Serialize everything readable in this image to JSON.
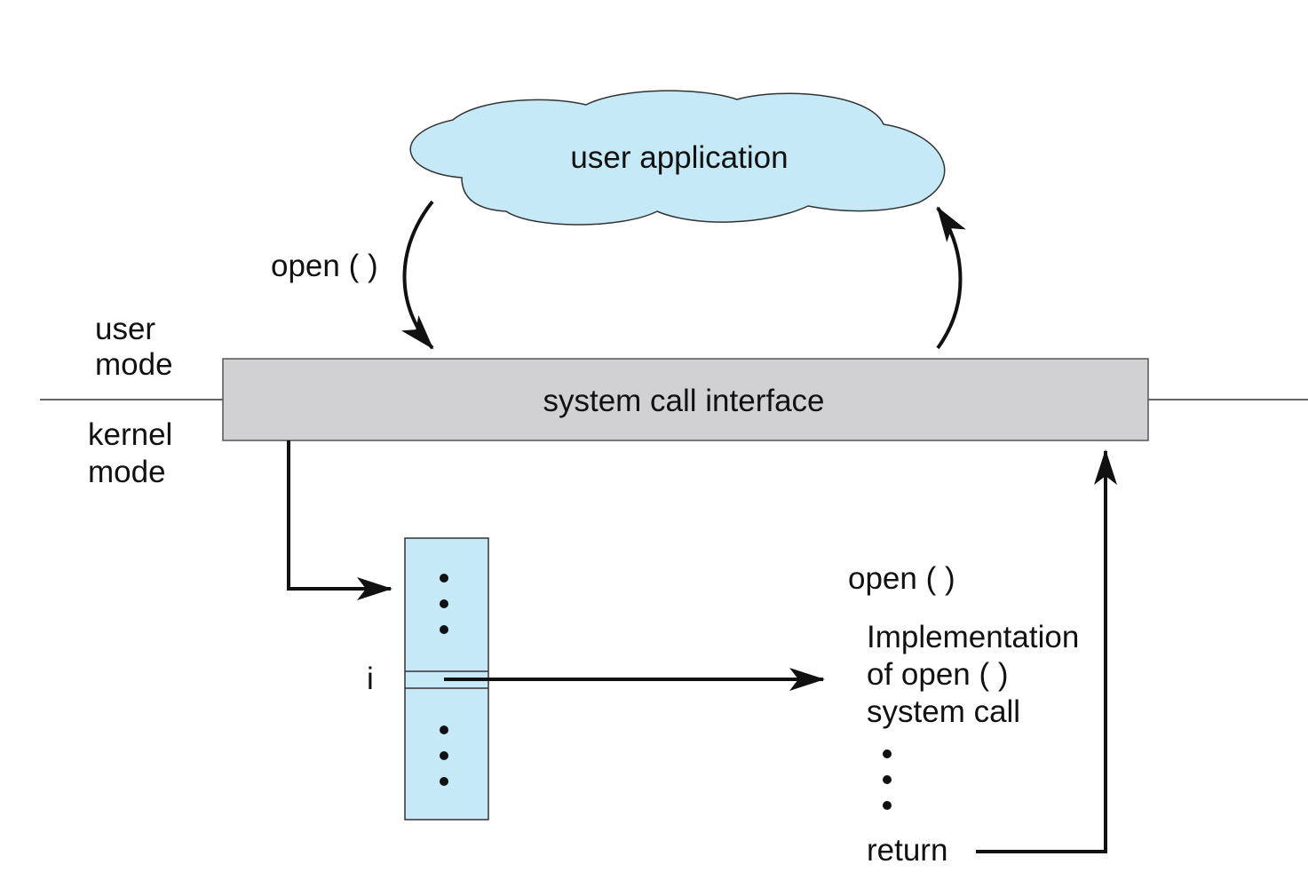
{
  "cloud": {
    "label": "user application",
    "fill": "#c6e9f7",
    "stroke": "#333333"
  },
  "call_label": "open ( )",
  "modes": {
    "user_line1": "user",
    "user_line2": "mode",
    "kernel_line1": "kernel",
    "kernel_line2": "mode"
  },
  "interface": {
    "label": "system call interface",
    "fill": "#d1d1d3"
  },
  "table": {
    "fill": "#c6e9f7",
    "index_label": "i"
  },
  "implementation": {
    "title": "open ( )",
    "line1": "Implementation",
    "line2": "of open ( )",
    "line3": "system call",
    "return_label": "return"
  }
}
